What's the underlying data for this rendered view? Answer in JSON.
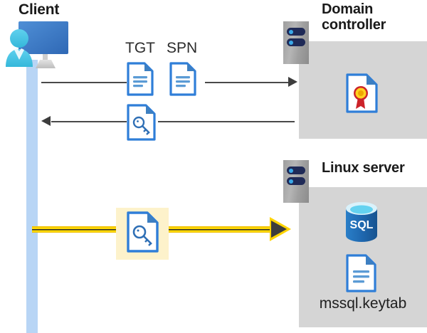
{
  "diagram": {
    "title_client": "Client",
    "title_domain_controller": "Domain\ncontroller",
    "title_linux_server": "Linux server",
    "keytab_label": "mssql.keytab",
    "labels": {
      "tgt": "TGT",
      "spn": "SPN"
    },
    "icons": {
      "client": "client-computer-user-icon",
      "server_rack": "server-rack-icon",
      "document_tgt": "document-icon",
      "document_spn": "document-icon",
      "document_key_reply": "key-document-icon",
      "document_key_ticket": "key-document-icon",
      "certificate": "certificate-document-icon",
      "sql_database": "sql-database-icon",
      "keytab_document": "document-icon"
    },
    "sql_text": "SQL",
    "flows": [
      {
        "name": "client-to-dc-request",
        "direction": "right",
        "style": "thin-dark",
        "payload": [
          "TGT",
          "SPN"
        ]
      },
      {
        "name": "dc-to-client-reply",
        "direction": "left",
        "style": "thin-dark",
        "payload": [
          "service-ticket"
        ]
      },
      {
        "name": "client-to-linux-ticket",
        "direction": "right",
        "style": "thick-yellow",
        "payload": [
          "service-ticket"
        ]
      }
    ],
    "colors": {
      "panel_gray": "#d5d5d5",
      "lifeline_blue": "#b8d5f5",
      "doc_blue": "#2f7ed8",
      "doc_fold_blue": "#3d7fc1",
      "highlight_yellow": "#fdf2cb",
      "arrow_yellow": "#ffd400",
      "arrow_dark": "#3d3d3d",
      "sql_blue": "#1f68b0",
      "seal_yellow": "#ffd21e",
      "seal_red": "#cc2229",
      "server_navy": "#1f2a57",
      "server_dot": "#3aa8e8",
      "text_dark": "#1a1a1a"
    }
  }
}
